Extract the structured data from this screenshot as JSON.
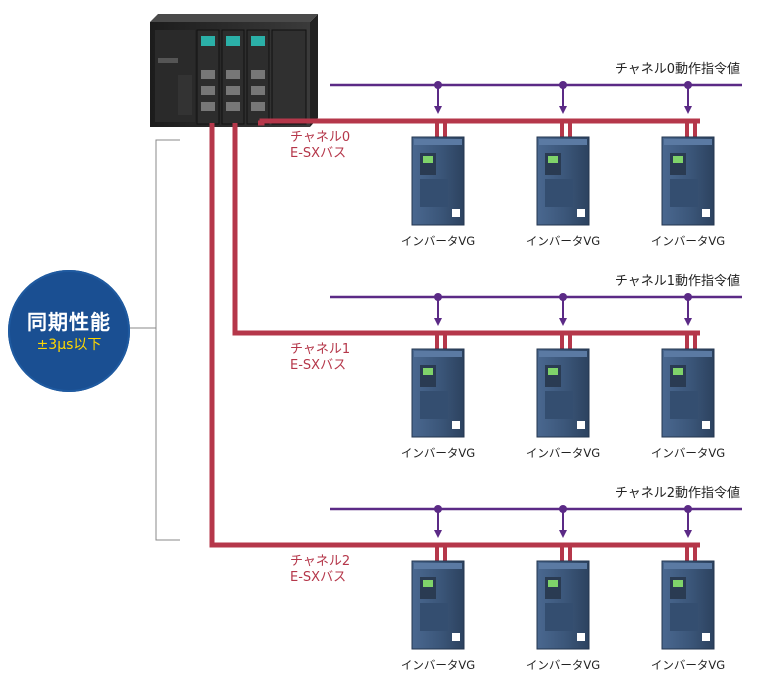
{
  "channels": [
    {
      "command_label": "チャネル0動作指令値",
      "bus_line1": "チャネル0",
      "bus_line2": "E-SXバス",
      "inverters": [
        "インバータVG",
        "インバータVG",
        "インバータVG"
      ]
    },
    {
      "command_label": "チャネル1動作指令値",
      "bus_line1": "チャネル1",
      "bus_line2": "E-SXバス",
      "inverters": [
        "インバータVG",
        "インバータVG",
        "インバータVG"
      ]
    },
    {
      "command_label": "チャネル2動作指令値",
      "bus_line1": "チャネル2",
      "bus_line2": "E-SXバス",
      "inverters": [
        "インバータVG",
        "インバータVG",
        "インバータVG"
      ]
    }
  ],
  "sync": {
    "title": "同期性能",
    "value": "±3μs以下"
  },
  "colors": {
    "bus": "#b5374a",
    "command": "#5b2a86",
    "badge": "#1a4f92",
    "badge_text": "#ffd700",
    "inverter_body": "#3e5a80"
  }
}
